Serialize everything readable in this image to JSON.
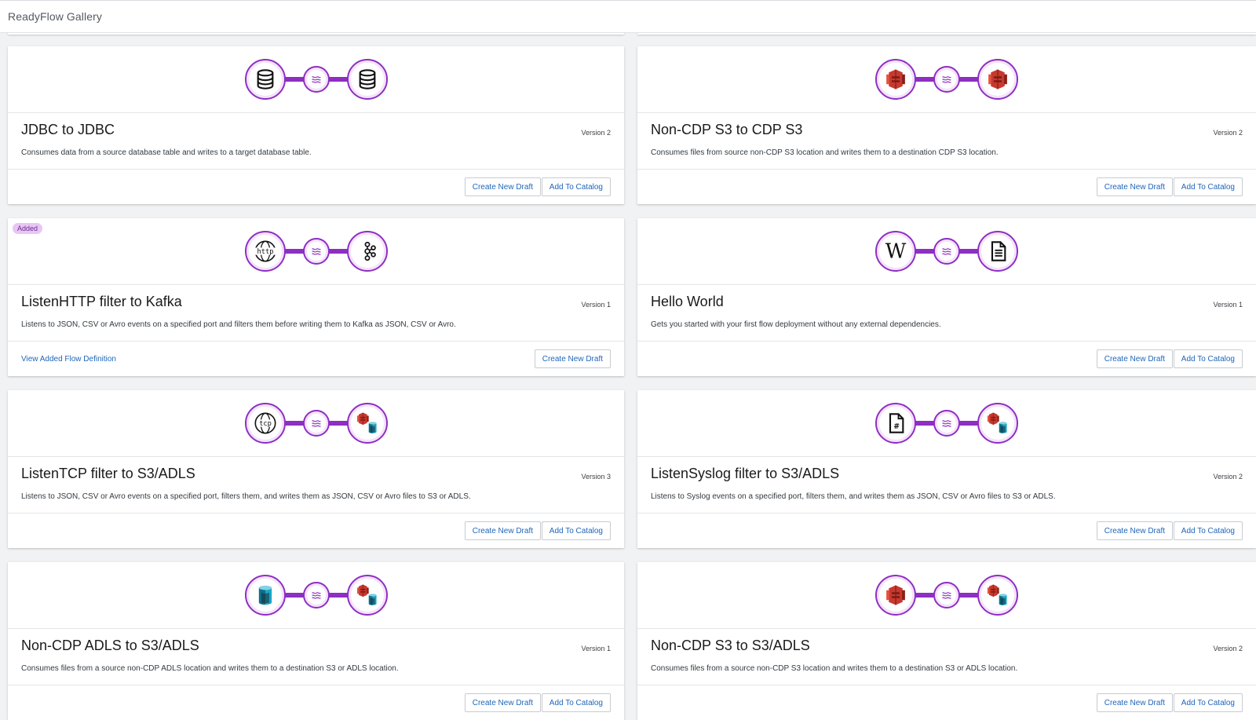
{
  "header": {
    "title": "ReadyFlow Gallery"
  },
  "labels": {
    "create_new_draft": "Create New Draft",
    "add_to_catalog": "Add To Catalog",
    "view_added_flow_definition": "View Added Flow Definition",
    "added_badge": "Added"
  },
  "colors": {
    "accent": "#8e2ec2",
    "link": "#1f66b8",
    "badge_bg": "#e7c6f5"
  },
  "cards": [
    {
      "name": "JDBC to JDBC",
      "version": "Version 2",
      "description": "Consumes data from a source database table and writes to a target database table.",
      "source_icon": "database-icon",
      "target_icon": "database-icon"
    },
    {
      "name": "Non-CDP S3 to CDP S3",
      "version": "Version 2",
      "description": "Consumes files from source non-CDP S3 location and writes them to a destination CDP S3 location.",
      "source_icon": "s3-bucket-icon",
      "target_icon": "s3-bucket-icon"
    },
    {
      "name": "ListenHTTP filter to Kafka",
      "version": "Version 1",
      "description": "Listens to JSON, CSV or Avro events on a specified port and filters them before writing them to Kafka as JSON, CSV or Avro.",
      "source_icon": "http-globe-icon",
      "target_icon": "kafka-icon",
      "added": true
    },
    {
      "name": "Hello World",
      "version": "Version 1",
      "description": "Gets you started with your first flow deployment without any external dependencies.",
      "source_icon": "wikipedia-icon",
      "target_icon": "document-icon"
    },
    {
      "name": "ListenTCP filter to S3/ADLS",
      "version": "Version 3",
      "description": "Listens to JSON, CSV or Avro events on a specified port, filters them, and writes them as JSON, CSV or Avro files to S3 or ADLS.",
      "source_icon": "tcp-globe-icon",
      "target_icon": "s3-adls-icon"
    },
    {
      "name": "ListenSyslog filter to S3/ADLS",
      "version": "Version 2",
      "description": "Listens to Syslog events on a specified port, filters them, and writes them as JSON, CSV or Avro files to S3 or ADLS.",
      "source_icon": "syslog-file-icon",
      "target_icon": "s3-adls-icon"
    },
    {
      "name": "Non-CDP ADLS to S3/ADLS",
      "version": "Version 1",
      "description": "Consumes files from a source non-CDP ADLS location and writes them to a destination S3 or ADLS location.",
      "source_icon": "adls-icon",
      "target_icon": "s3-adls-icon"
    },
    {
      "name": "Non-CDP S3 to S3/ADLS",
      "version": "Version 2",
      "description": "Consumes files from a source non-CDP S3 location and writes them to a destination S3 or ADLS location.",
      "source_icon": "s3-bucket-icon",
      "target_icon": "s3-adls-icon"
    }
  ]
}
